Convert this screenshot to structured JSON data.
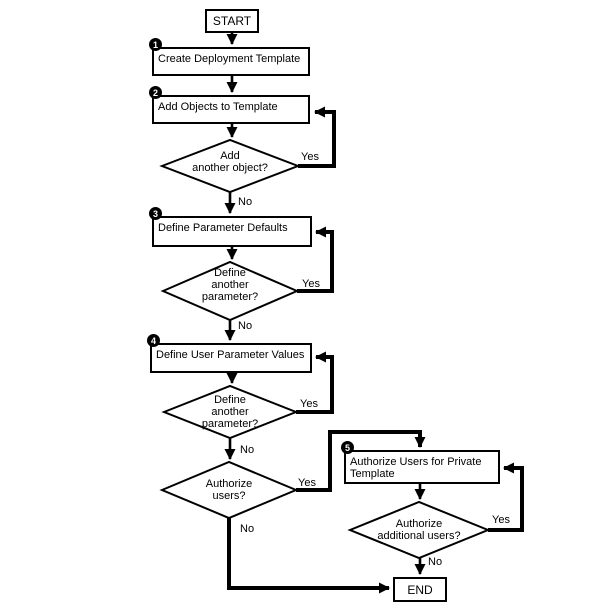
{
  "flowchart": {
    "start_label": "START",
    "end_label": "END",
    "steps": [
      {
        "num": "1",
        "label": "Create Deployment Template"
      },
      {
        "num": "2",
        "label": "Add Objects to Template"
      },
      {
        "num": "3",
        "label": "Define Parameter Defaults"
      },
      {
        "num": "4",
        "label": "Define User Parameter Values"
      },
      {
        "num": "5",
        "label": "Authorize Users for Private\nTemplate"
      }
    ],
    "decisions": [
      {
        "label": "Add\nanother object?",
        "yes_label": "Yes",
        "no_label": "No"
      },
      {
        "label": "Define\nanother\nparameter?",
        "yes_label": "Yes",
        "no_label": "No"
      },
      {
        "label": "Define\nanother\nparameter?",
        "yes_label": "Yes",
        "no_label": "No"
      },
      {
        "label": "Authorize\nusers?",
        "yes_label": "Yes",
        "no_label": "No"
      },
      {
        "label": "Authorize\nadditional users?",
        "yes_label": "Yes",
        "no_label": "No"
      }
    ],
    "colors": {
      "line": "#000000",
      "background": "#ffffff"
    }
  }
}
